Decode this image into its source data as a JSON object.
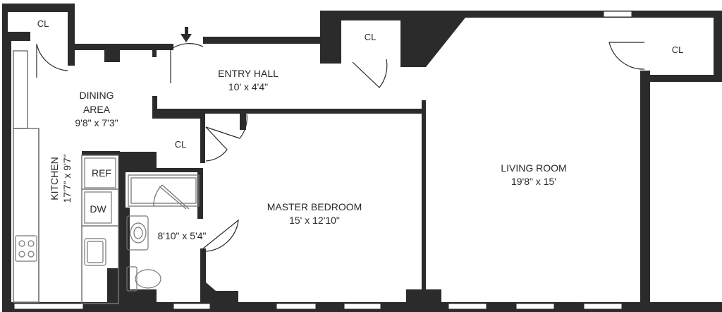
{
  "floorplan": {
    "rooms": {
      "entry_hall": {
        "name": "ENTRY HALL",
        "dims": "10' x 4'4\""
      },
      "dining": {
        "name_line1": "DINING",
        "name_line2": "AREA",
        "dims": "9'8\" x 7'3\""
      },
      "kitchen": {
        "name": "KITCHEN",
        "dims": "17'7\" x 9'7\""
      },
      "master_bedroom": {
        "name": "MASTER BEDROOM",
        "dims": "15' x 12'10\""
      },
      "living_room": {
        "name": "LIVING ROOM",
        "dims": "19'8\" x 15'"
      },
      "bath": {
        "dims": "8'10\" x 5'4\""
      }
    },
    "closets": {
      "closet_1": "CL",
      "closet_2": "CL",
      "closet_3": "CL",
      "closet_4": "CL"
    },
    "appliances": {
      "refrigerator": "REF",
      "dishwasher": "DW"
    },
    "colors": {
      "wall": "#2b2b2b",
      "fixture": "#777777",
      "background": "#ffffff"
    }
  }
}
